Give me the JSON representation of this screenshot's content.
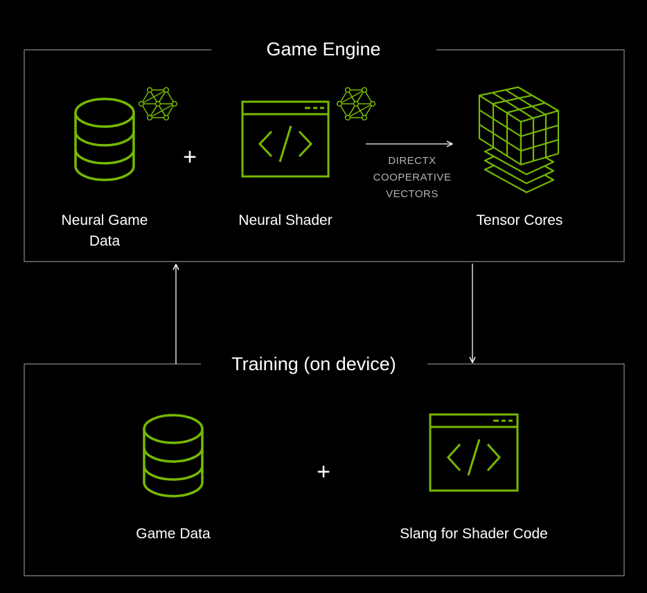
{
  "colors": {
    "background": "#000000",
    "accent": "#76b900",
    "frame": "#8a8a8a",
    "text": "#ffffff",
    "muted_text": "#b3b3b3"
  },
  "game_engine": {
    "title": "Game Engine",
    "neural_game_data": {
      "label": "Neural Game Data",
      "icon": "database-icon",
      "badge_icon": "neural-network-icon"
    },
    "plus": "+",
    "neural_shader": {
      "label": "Neural Shader",
      "icon": "code-window-icon",
      "badge_icon": "neural-network-icon"
    },
    "link": {
      "lines": [
        "DIRECTX",
        "COOPERATIVE",
        "VECTORS"
      ]
    },
    "tensor_cores": {
      "label": "Tensor Cores",
      "icon": "tensor-cube-icon"
    }
  },
  "training": {
    "title": "Training (on device)",
    "game_data": {
      "label": "Game Data",
      "icon": "database-icon"
    },
    "plus": "+",
    "slang": {
      "label": "Slang for Shader Code",
      "icon": "code-window-icon"
    }
  }
}
